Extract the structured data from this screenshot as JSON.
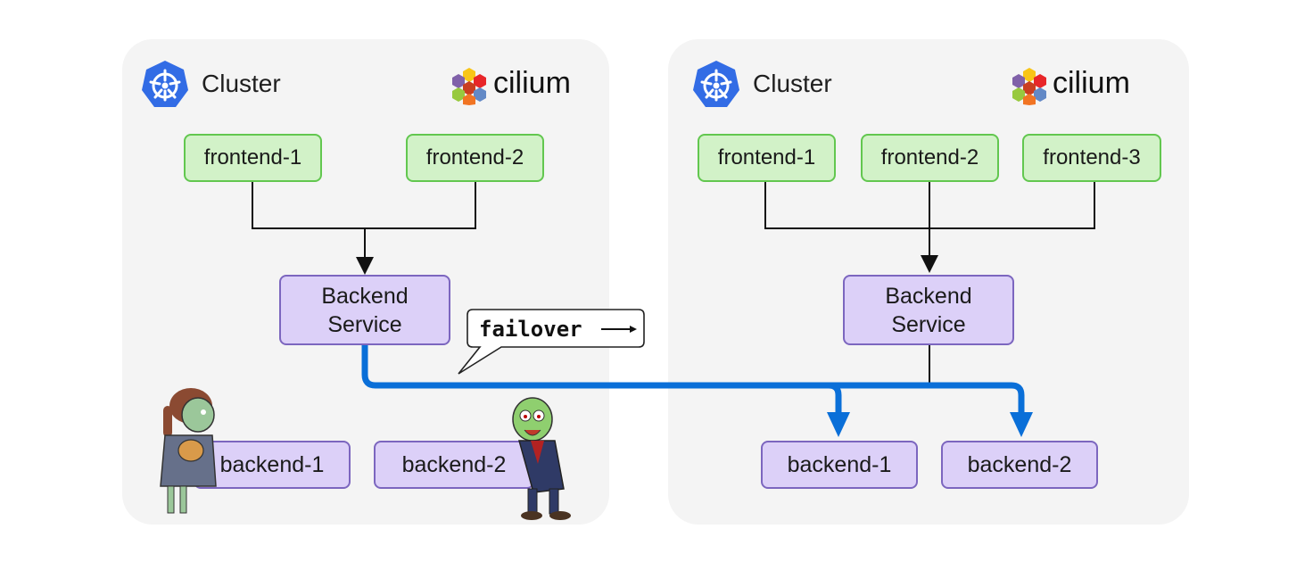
{
  "clusters": [
    {
      "label": "Cluster",
      "brand": "cilium",
      "frontends": [
        "frontend-1",
        "frontend-2"
      ],
      "service": {
        "line1": "Backend",
        "line2": "Service"
      },
      "backends": [
        "backend-1",
        "backend-2"
      ]
    },
    {
      "label": "Cluster",
      "brand": "cilium",
      "frontends": [
        "frontend-1",
        "frontend-2",
        "frontend-3"
      ],
      "service": {
        "line1": "Backend",
        "line2": "Service"
      },
      "backends": [
        "backend-1",
        "backend-2"
      ]
    }
  ],
  "callout": {
    "text": "failover"
  },
  "colors": {
    "cluster_bg": "#f4f4f4",
    "frontend_fill": "#d2f2c8",
    "frontend_border": "#62c74f",
    "backend_fill": "#dcd0f8",
    "backend_border": "#7c66bf",
    "failover_path": "#0a6fd8",
    "k8s_blue": "#326ce5"
  }
}
